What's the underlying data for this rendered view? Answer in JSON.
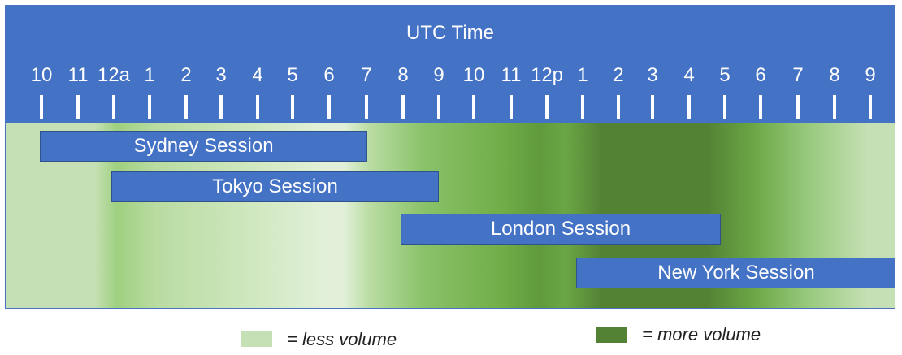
{
  "header": {
    "title": "UTC Time",
    "background": "#4472c4"
  },
  "time_axis": {
    "ticks": [
      "10",
      "11",
      "12a",
      "1",
      "2",
      "3",
      "4",
      "5",
      "6",
      "7",
      "8",
      "9",
      "10",
      "11",
      "12p",
      "1",
      "2",
      "3",
      "4",
      "5",
      "6",
      "7",
      "8",
      "9"
    ]
  },
  "sessions": [
    {
      "label": "Sydney Session",
      "start_tick": 0,
      "end_tick": 9
    },
    {
      "label": "Tokyo Session",
      "start_tick": 2,
      "end_tick": 11
    },
    {
      "label": "London Session",
      "start_tick": 10,
      "end_tick": 19
    },
    {
      "label": "New York Session",
      "start_tick": 15,
      "end_tick": 23
    }
  ],
  "session_color": "#4472c4",
  "volume_gradient": {
    "low_color": "#c5e0b4",
    "high_color": "#548235"
  },
  "legend": {
    "less": {
      "label": "= less volume",
      "color": "#c5e0b4"
    },
    "more": {
      "label": "= more volume",
      "color": "#548235"
    }
  }
}
